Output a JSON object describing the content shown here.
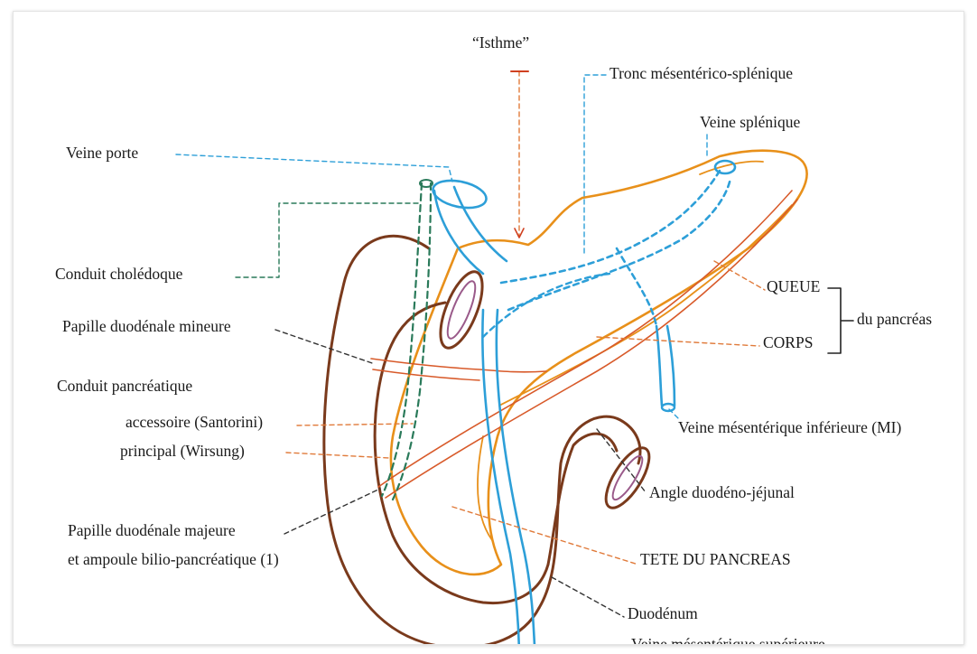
{
  "labels": {
    "isthme": "“Isthme”",
    "tronc": "Tronc mésentérico-splénique",
    "veine_splenique": "Veine splénique",
    "veine_porte": "Veine porte",
    "choledoque": "Conduit cholédoque",
    "queue": "QUEUE",
    "du_pancreas": "du pancréas",
    "corps": "CORPS",
    "papille_mineure": "Papille duodénale mineure",
    "conduit_pancreatique": "Conduit pancréatique",
    "santorini": "accessoire (Santorini)",
    "wirsung": "principal (Wirsung)",
    "veine_mi": "Veine mésentérique inférieure (MI)",
    "angle": "Angle duodéno-jéjunal",
    "papille_majeure": "Papille duodénale majeure",
    "ampoule": "et ampoule bilio-pancréatique (1)",
    "tete": "TETE DU PANCREAS",
    "duodenum": "Duodénum",
    "cut_off": "Veine mésentérique supérieure"
  },
  "colors": {
    "pancreas": "#e8901a",
    "duodenum": "#7a3a1c",
    "vein": "#2d9fd8",
    "duct": "#d85a2a",
    "bile": "#2a7a5a",
    "leader_dark": "#333333",
    "leader_orange": "#e07a3a"
  }
}
